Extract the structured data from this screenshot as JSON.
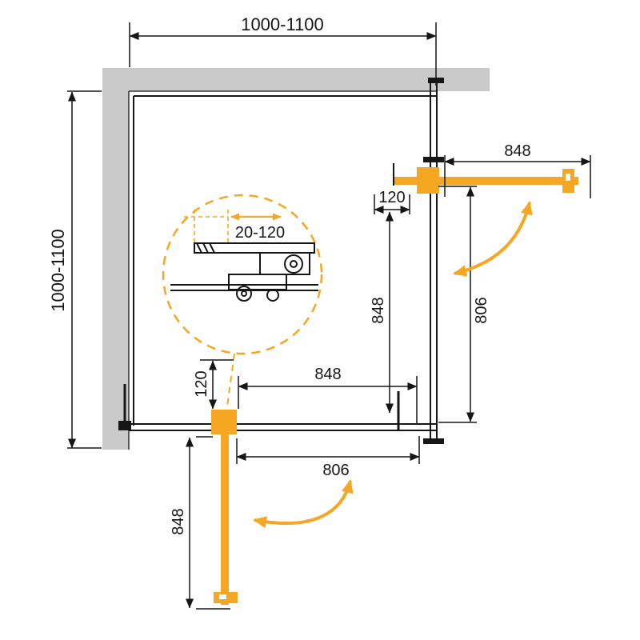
{
  "drawing": {
    "kind": "corner shower enclosure plan view with sliding doors",
    "colors": {
      "accent_orange": "#F5A623",
      "wall_gray": "#C9C9C9",
      "line_black": "#161616"
    },
    "dims": {
      "overall_width": "1000-1100",
      "overall_depth": "1000-1100",
      "top_door_glass": "848",
      "top_bracket_offset": "120",
      "right_panel": "848",
      "right_opening": "806",
      "adjustment_range": "20-120",
      "bottom_bracket_offset": "120",
      "bottom_panel": "848",
      "bottom_opening": "806",
      "bottom_door_glass": "848"
    }
  }
}
